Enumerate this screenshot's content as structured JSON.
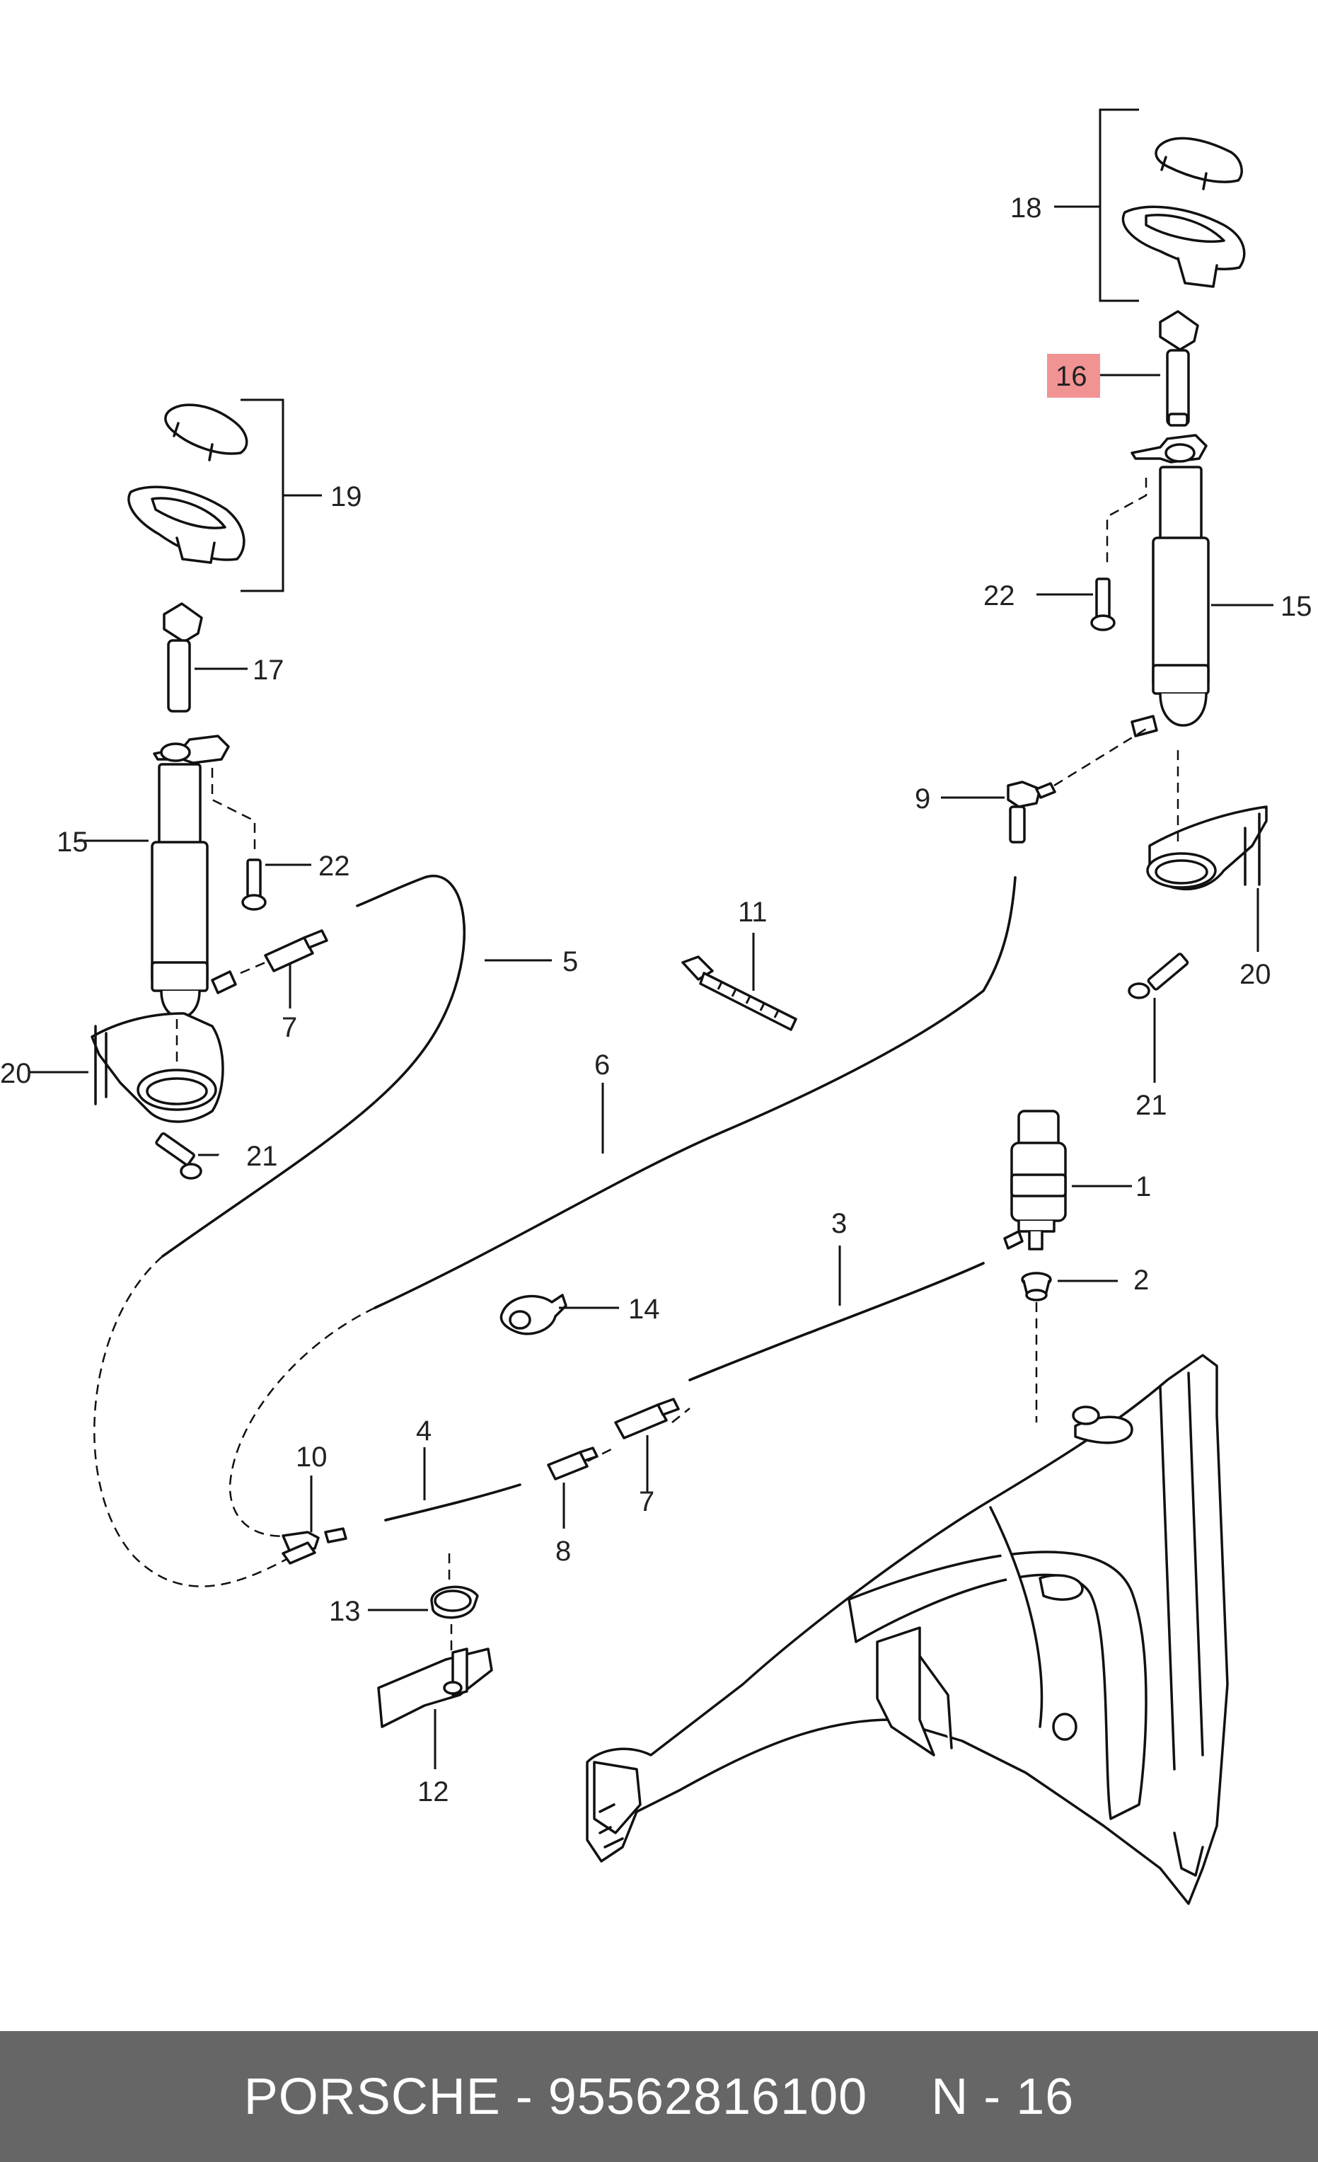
{
  "callouts": {
    "c1": "1",
    "c2": "2",
    "c3": "3",
    "c4": "4",
    "c5": "5",
    "c6": "6",
    "c7a": "7",
    "c7b": "7",
    "c8": "8",
    "c9": "9",
    "c10": "10",
    "c11": "11",
    "c12": "12",
    "c13": "13",
    "c14": "14",
    "c15a": "15",
    "c15b": "15",
    "c16": "16",
    "c17": "17",
    "c18": "18",
    "c19": "19",
    "c20a": "20",
    "c20b": "20",
    "c21a": "21",
    "c21b": "21",
    "c22a": "22",
    "c22b": "22"
  },
  "highlight": {
    "part": "16",
    "color": "#f29393"
  },
  "footer": {
    "brand_part": "PORSCHE - 95562816100",
    "page_ref": "N - 16",
    "background": "#666666"
  }
}
